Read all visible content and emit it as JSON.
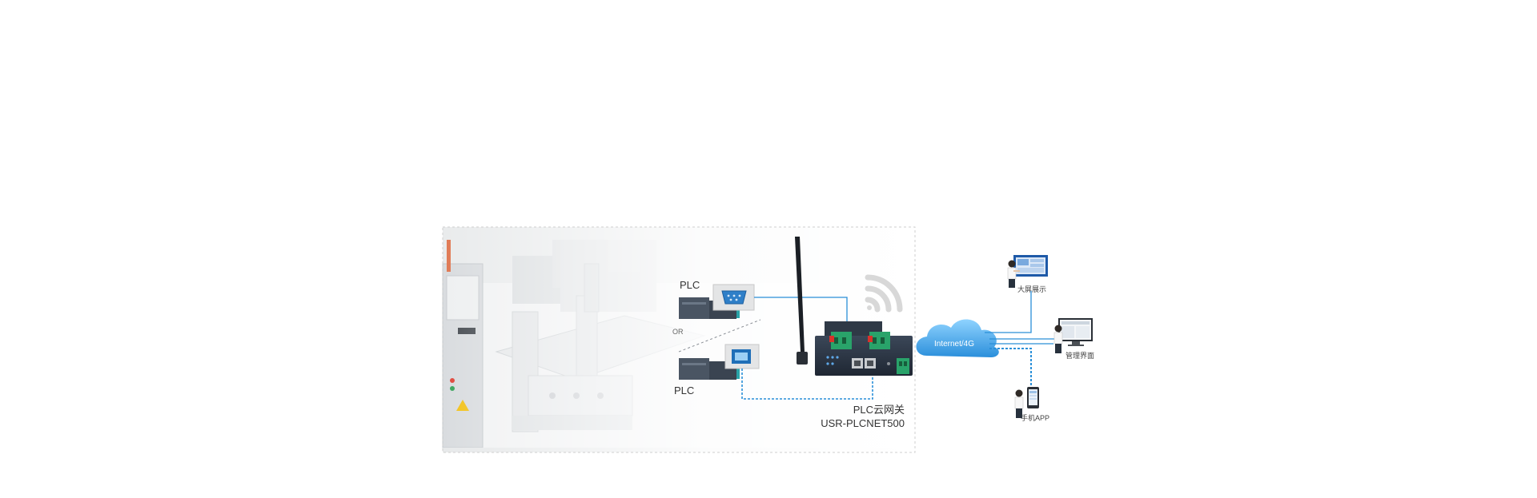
{
  "diagram": {
    "plc_top_label": "PLC",
    "plc_bottom_label": "PLC",
    "or_label": "OR",
    "gateway_name": "PLC云网关",
    "gateway_model": "USR-PLCNET500",
    "cloud_label": "Internet/4G",
    "endpoints": [
      {
        "label": "大屏展示",
        "icon": "large-screen-icon"
      },
      {
        "label": "管理界面",
        "icon": "desktop-monitor-icon"
      },
      {
        "label": "手机APP",
        "icon": "mobile-phone-icon"
      }
    ],
    "colors": {
      "link_blue": "#2a8fd8",
      "cloud_blue": "#3aa3e6",
      "device_dark": "#2b3544",
      "terminal_green": "#29a36a",
      "panel_border": "#cfcfcf"
    }
  }
}
